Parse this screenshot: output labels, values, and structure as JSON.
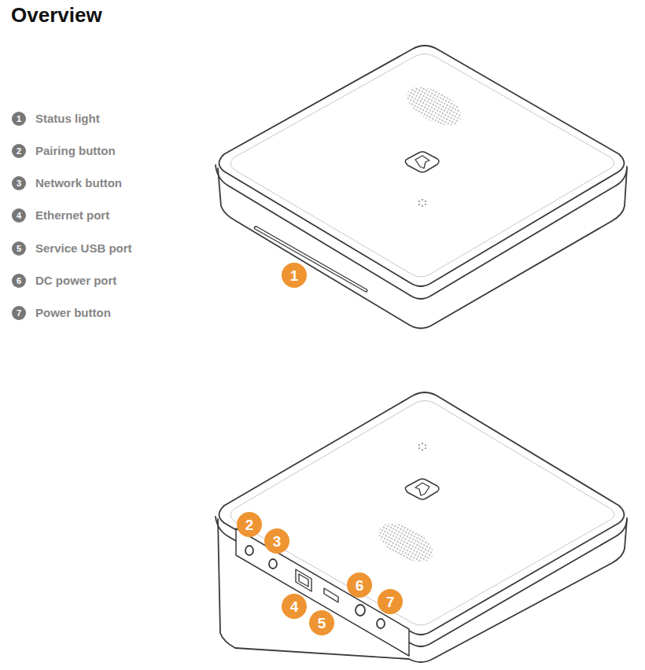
{
  "diagram": {
    "title": "Overview",
    "labels": [
      "1",
      "Status light",
      "2",
      "Pairing button",
      "3",
      "Network button",
      "4",
      "Ethernet port",
      "5",
      "Service USB port",
      "6",
      "DC power port",
      "7",
      "Power button",
      "1",
      "2",
      "3",
      "4",
      "5",
      "6",
      "7"
    ]
  }
}
